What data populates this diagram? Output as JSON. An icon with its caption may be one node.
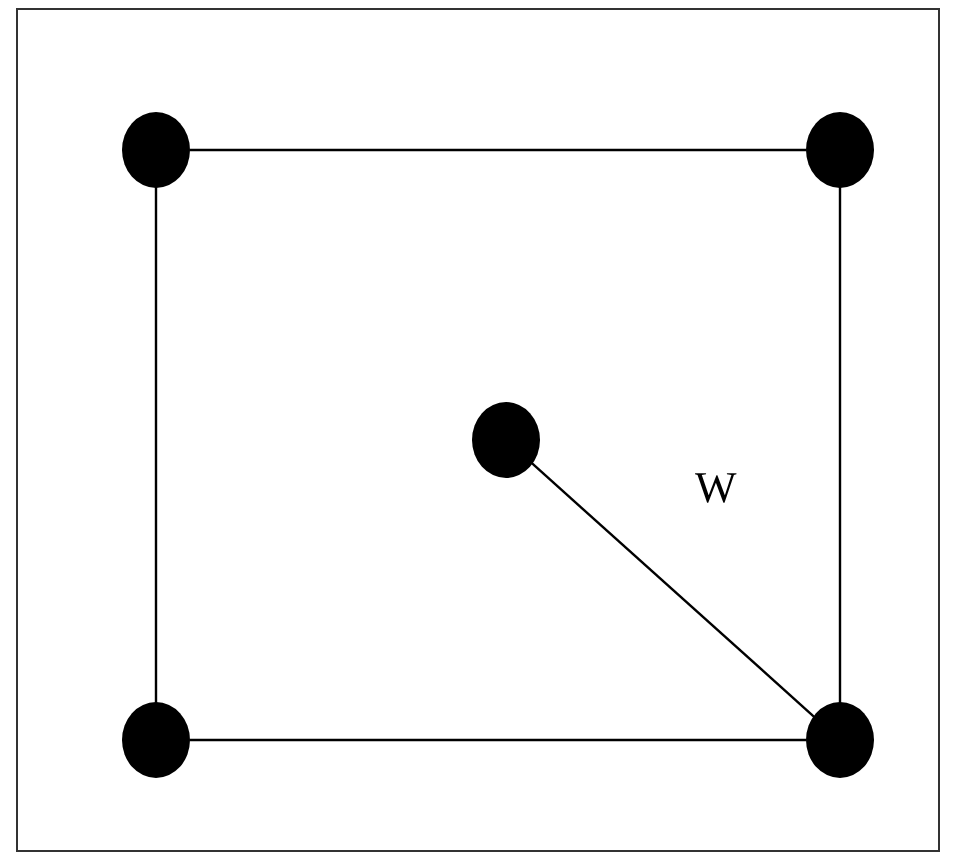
{
  "diagram": {
    "nodes": [
      {
        "text": [],
        "shape": "circle"
      },
      {
        "text": [],
        "shape": "circle"
      },
      {
        "text": [],
        "shape": "circle"
      },
      {
        "text": [],
        "shape": "circle"
      },
      {
        "text": [],
        "shape": "circle"
      }
    ],
    "edges": [
      {
        "from": 0,
        "to": 1,
        "arrow": "none"
      },
      {
        "from": 1,
        "to": 4,
        "arrow": "none"
      },
      {
        "from": 3,
        "to": 4,
        "arrow": "none"
      },
      {
        "from": 0,
        "to": 3,
        "arrow": "none"
      },
      {
        "from": 2,
        "to": 4,
        "arrow": "none",
        "label": "W"
      }
    ]
  }
}
